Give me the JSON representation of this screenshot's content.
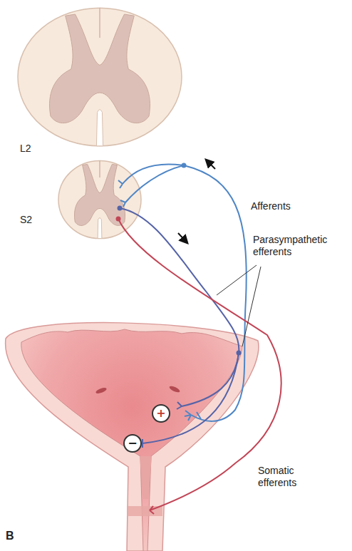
{
  "diagram": {
    "nodes": [
      {
        "text": [
          "+"
        ]
      },
      {
        "text": [
          "−"
        ]
      }
    ],
    "labels": [
      "L2",
      "S2",
      "Afferents",
      "Parasympathetic efferents",
      "Somatic efferents",
      "B"
    ]
  }
}
